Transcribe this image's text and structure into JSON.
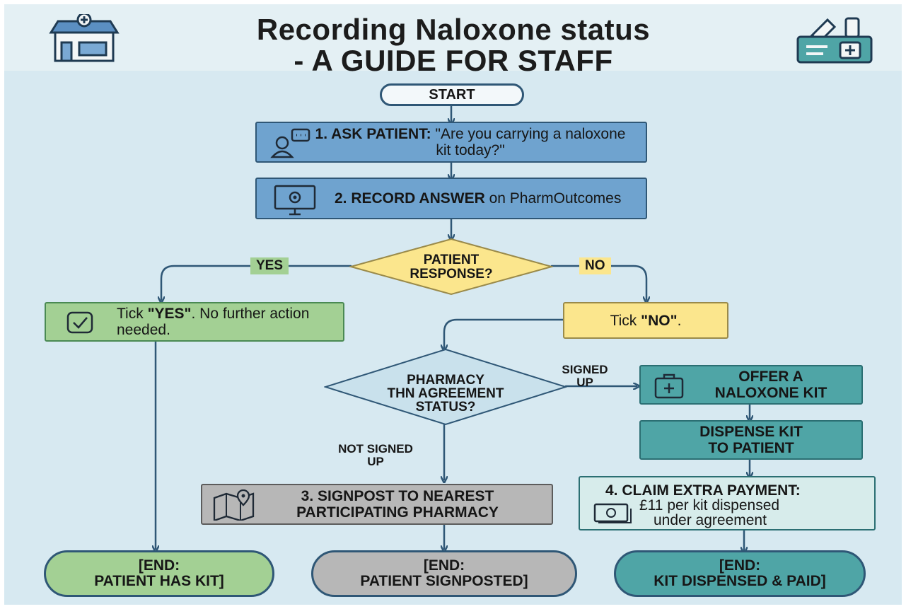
{
  "header": {
    "title_line1": "Recording Naloxone status",
    "title_line2": "- A GUIDE FOR STAFF",
    "left_icon": "pharmacy-storefront-icon",
    "right_icon": "medicine-kit-icon"
  },
  "colors": {
    "background": "#d7e9f1",
    "process_blue": "#6fa3cf",
    "decision_yellow": "#fbe68d",
    "yes_green": "#a3d094",
    "kit_teal": "#4fa5a6",
    "signpost_grey": "#b7b7b7",
    "connector": "#2f5776"
  },
  "flow": {
    "start": "START",
    "step1": {
      "prefix": "1. ASK PATIENT:",
      "text": " \"Are you carrying a naloxone kit today?\"",
      "icon": "patient-speech-icon"
    },
    "step2": {
      "prefix": "2. RECORD ANSWER",
      "text": " on PharmOutcomes",
      "icon": "computer-settings-icon"
    },
    "decision1": {
      "line1": "PATIENT",
      "line2": "RESPONSE?"
    },
    "yes_label": "YES",
    "no_label": "NO",
    "yes_box": {
      "pre": "Tick ",
      "bold": "\"YES\"",
      "post": ". No further action needed.",
      "icon": "checkbox-tick-icon"
    },
    "no_box": {
      "pre": "Tick ",
      "bold": "\"NO\"",
      "post": "."
    },
    "decision2": {
      "line1": "PHARMACY",
      "line2": "THN AGREEMENT",
      "line3": "STATUS?"
    },
    "signed_up_label": {
      "line1": "SIGNED",
      "line2": "UP"
    },
    "not_signed_up_label": {
      "line1": "NOT SIGNED",
      "line2": "UP"
    },
    "offer_kit": {
      "line1": "OFFER A",
      "line2": "NALOXONE KIT",
      "icon": "first-aid-kit-icon"
    },
    "dispense_kit": {
      "line1": "DISPENSE KIT",
      "line2": "TO PATIENT"
    },
    "claim": {
      "title": "4. CLAIM EXTRA PAYMENT:",
      "line2": "£11 per kit dispensed",
      "line3": "under agreement",
      "icon": "banknote-icon"
    },
    "signpost": {
      "line1": "3. SIGNPOST TO NEAREST",
      "line2": "PARTICIPATING PHARMACY",
      "icon": "map-pin-icon"
    },
    "end_has_kit": {
      "line1": "[END:",
      "line2": "PATIENT HAS KIT]"
    },
    "end_signposted": {
      "line1": "[END:",
      "line2": "PATIENT SIGNPOSTED]"
    },
    "end_paid": {
      "line1": "[END:",
      "line2": "KIT DISPENSED & PAID]"
    }
  }
}
